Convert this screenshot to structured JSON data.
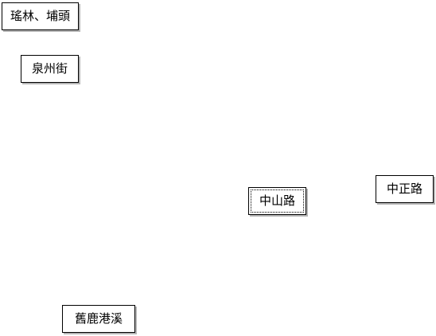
{
  "map": {
    "places": [
      {
        "label": "瑤林、埔頭"
      },
      {
        "label": "泉州街"
      },
      {
        "label": "中正路"
      },
      {
        "label": "中山路",
        "selected": true
      },
      {
        "label": "舊鹿港溪"
      }
    ]
  },
  "colors": {
    "background": "#ffffff",
    "label_border": "#000000",
    "label_shadow": "#b5b5b5",
    "text": "#000000"
  }
}
